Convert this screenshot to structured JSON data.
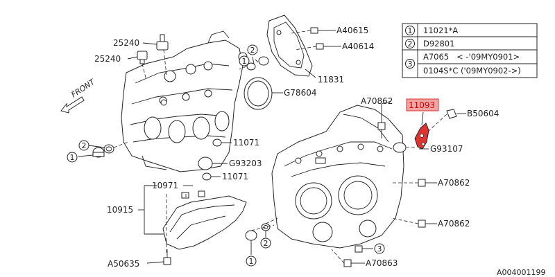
{
  "diagram_id": "A004001199",
  "front_label": "FRONT",
  "legend": {
    "rows": [
      {
        "num": "1",
        "lines": [
          "11021*A"
        ]
      },
      {
        "num": "2",
        "lines": [
          "D92801"
        ]
      },
      {
        "num": "3",
        "lines": [
          "A7065   < -'09MY0901>",
          "0104S*C ('09MY0902->)"
        ]
      }
    ]
  },
  "callouts": {
    "c25240a": "25240",
    "c25240b": "25240",
    "c40615": "A40615",
    "c40614": "A40614",
    "c11831": "11831",
    "c78604": "G78604",
    "c70862a": "A70862",
    "c11093": "11093",
    "c50604": "B50604",
    "c93107": "G93107",
    "c11071a": "11071",
    "c93203": "G93203",
    "c11071b": "11071",
    "c10971": "10971",
    "c10915": "10915",
    "c70862b": "A70862",
    "c70862c": "A70862",
    "c50635": "A50635",
    "c70863": "A70863"
  },
  "markers": {
    "m1_left": "1",
    "m2_left": "2",
    "m2_top": "2",
    "m1_top": "1",
    "m2_bottom": "2",
    "m1_bottom": "1",
    "m3_bottom": "3"
  },
  "colors": {
    "highlight_fill": "#f4a3a3",
    "highlight_stroke": "#d33",
    "line": "#222222"
  }
}
